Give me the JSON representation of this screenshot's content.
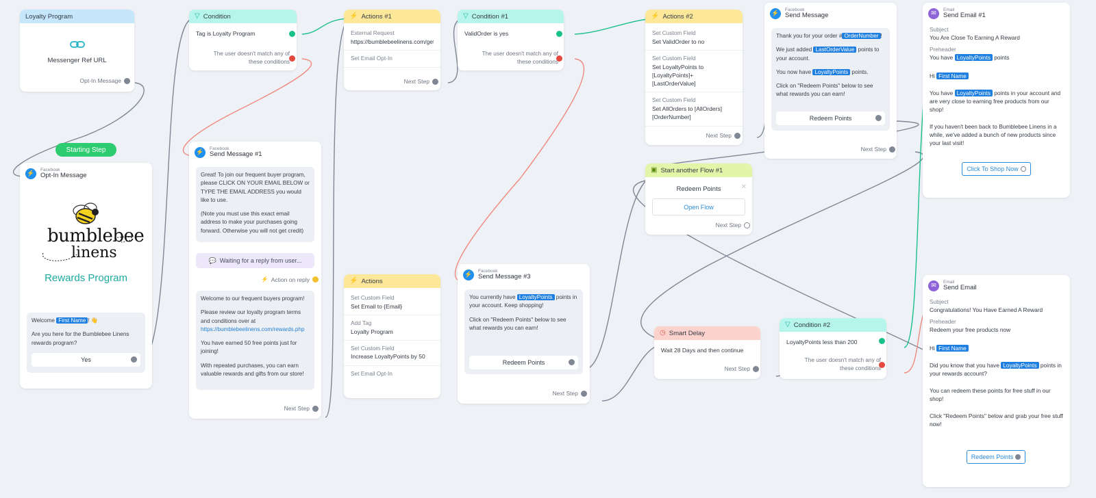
{
  "canvas": {
    "starting_step": "Starting Step",
    "next_step": "Next Step"
  },
  "loyalty": {
    "title": "Loyalty Program",
    "ref_label": "Messenger Ref URL",
    "optin_label": "Opt-In Message"
  },
  "optin": {
    "platform": "Facebook",
    "title": "Opt-In Message",
    "logo_line1": "bumblebee",
    "logo_line2": "linens",
    "rewards": "Rewards Program",
    "welcome_pre": "Welcome",
    "first_name": "First Name",
    "welcome_post": "! 👋",
    "question": "Are you here for the Bumblebee Linens rewards program?",
    "yes": "Yes"
  },
  "cond_a": {
    "title": "Condition",
    "rule": "Tag is Loyalty Program",
    "nomatch": "The user doesn't match any of these conditions"
  },
  "send1": {
    "platform": "Facebook",
    "title": "Send Message #1",
    "msg_p1": "Great! To join our frequent buyer program, please CLICK ON YOUR EMAIL BELOW or TYPE THE EMAIL ADDRESS you would like to use.",
    "msg_p2": "(Note you must use this exact email address to make your purchases going forward. Otherwise you will not get credit)",
    "waiting": "Waiting for a reply from user...",
    "action_reply": "Action on reply",
    "msg2_p1": "Welcome to our frequent buyers program!",
    "msg2_p2": "Please review our loyalty program terms and conditions over at",
    "msg2_link": "https://bumblebeelinens.com/rewards.php",
    "msg2_p3": "You have earned 50 free points just for joining!",
    "msg2_p4": "With repeated purchases, you can earn valuable rewards and gifts from our store!"
  },
  "actions1": {
    "title": "Actions #1",
    "ext_label": "External Request",
    "ext_url": "https://bumblebeelinens.com/getl",
    "optin": "Set Email Opt-In"
  },
  "actions": {
    "title": "Actions",
    "a1_label": "Set Custom Field",
    "a1_value": "Set Email to {Email}",
    "a2_label": "Add Tag",
    "a2_value": "Loyalty Program",
    "a3_label": "Set Custom Field",
    "a3_value": "Increase LoyaltyPoints by 50",
    "a4_label": "Set Email Opt-In"
  },
  "cond1": {
    "title": "Condition #1",
    "rule": "ValidOrder is yes",
    "nomatch": "The user doesn't match any of these conditions"
  },
  "send3": {
    "platform": "Facebook",
    "title": "Send Message #3",
    "p1_pre": "You currently have",
    "tag": "LoyaltyPoints",
    "p1_post": "points in your account. Keep shopping!",
    "p2": "Click on \"Redeem Points\" below to see what rewards you can earn!",
    "button": "Redeem Points"
  },
  "actions2": {
    "title": "Actions #2",
    "a1_label": "Set Custom Field",
    "a1_value": "Set ValidOrder to no",
    "a2_label": "Set Custom Field",
    "a2_value": "Set LoyaltyPoints to [LoyaltyPoints]+[LastOrderValue]",
    "a3_label": "Set Custom Field",
    "a3_value": "Set AllOrders to [AllOrders][OrderNumber]"
  },
  "flow": {
    "title": "Start another Flow #1",
    "name": "Redeem Points",
    "button": "Open Flow"
  },
  "delay": {
    "title": "Smart Delay",
    "text": "Wait 28 Days and then continue"
  },
  "cond2": {
    "title": "Condition #2",
    "rule": "LoyaltyPoints less than 200",
    "nomatch": "The user doesn't match any of these conditions"
  },
  "sendmsg": {
    "platform": "Facebook",
    "title": "Send Message",
    "p1_pre": "Thank you for your order #",
    "tag_order": "OrderNumber",
    "p1_post": "!",
    "p2_pre": "We just added",
    "tag_last": "LastOrderValue",
    "p2_post": "points to your account.",
    "p3_pre": "You now have",
    "tag_points": "LoyaltyPoints",
    "p3_post": "points.",
    "p4": "Click on \"Redeem Points\" below to see what rewards you can earn!",
    "button": "Redeem Points"
  },
  "email1": {
    "platform": "Email",
    "title": "Send Email #1",
    "subject_label": "Subject",
    "subject": "You Are Close To Earning A Reward",
    "preheader_label": "Preheader",
    "pre_pre": "You have",
    "tag_points": "LoyaltyPoints",
    "pre_post": "points",
    "hi": "Hi",
    "first_name": "First Name",
    "b1_pre": "You have",
    "b1_post": "points in your account and are very close to earning free products from our shop!",
    "b2": "If you haven't been back to Bumblebee Linens in a while, we've added a bunch of new products since your last visit!",
    "button": "Click To Shop Now"
  },
  "email2": {
    "platform": "Email",
    "title": "Send Email",
    "subject_label": "Subject",
    "subject": "Congratulations! You Have Earned A Reward",
    "preheader_label": "Preheader",
    "preheader": "Redeem your free products now",
    "hi": "Hi",
    "first_name": "First Name",
    "b1_pre": "Did you know that you have",
    "tag_points": "LoyaltyPoints",
    "b1_post": "points in your rewards account?",
    "b2": "You can redeem these points for free stuff in our shop!",
    "b3": "Click \"Redeem Points\" below and grab your free stuff now!",
    "button": "Redeem Points"
  },
  "colors": {
    "canvas": "#eef1f5",
    "link_gray": "#7f8794",
    "link_green": "#18c08a",
    "link_red": "#f08a80",
    "tag_blue": "#1e7fe0",
    "start_green": "#2ecc71"
  },
  "icons": {
    "link": "link-icon",
    "filter": "filter-icon",
    "bolt": "bolt-icon",
    "messenger": "messenger-icon",
    "email": "email-icon",
    "clock": "clock-icon",
    "flow": "flow-icon",
    "chat": "chat-icon"
  }
}
